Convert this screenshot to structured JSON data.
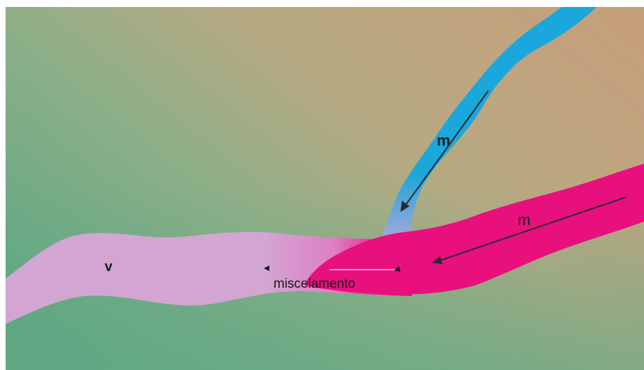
{
  "labels": {
    "blue_stream": "m",
    "pink_stream": "m",
    "merged_stream": "v",
    "mixing_zone": "miscelamento"
  },
  "colors": {
    "blue_stream": "#1aa7dc",
    "pink_stream": "#e8107d",
    "merged_stream": "#d6a3d4",
    "background_green": "#6fae86",
    "background_tan": "#c1a47e",
    "arrow": "#2a2a2a"
  }
}
